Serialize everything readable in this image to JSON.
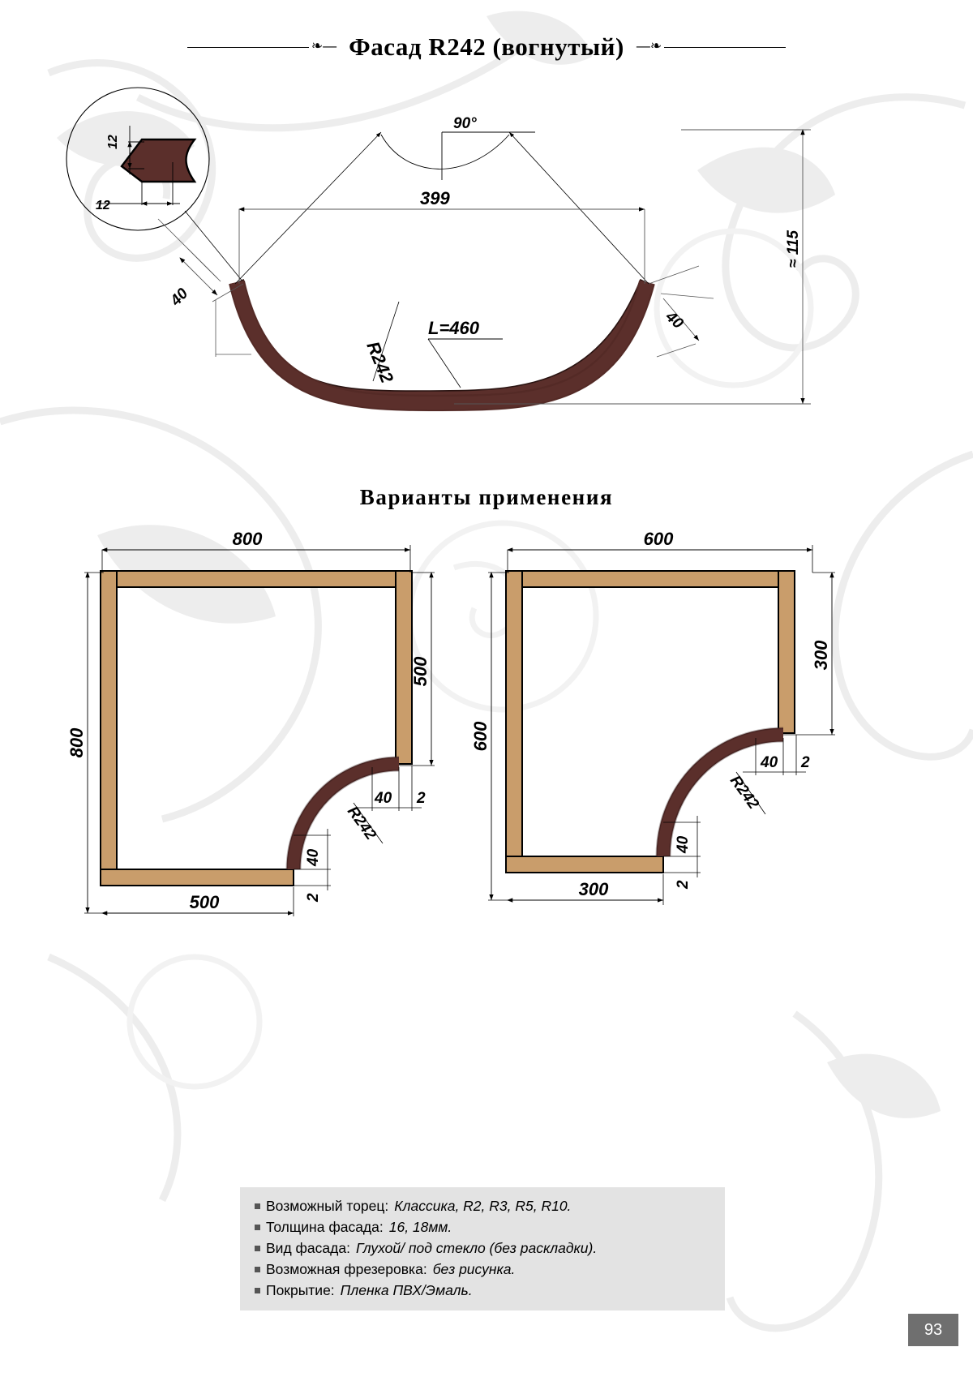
{
  "page": {
    "title": "Фасад R242 (вогнутый)",
    "section_heading": "Варианты применения",
    "page_number": "93",
    "colors": {
      "facade_brown": "#5b2f2b",
      "frame_tan": "#c99d6b",
      "spec_bg": "#e3e3e3",
      "page_badge": "#6f6f6f",
      "line": "#3a3a3a"
    }
  },
  "main_drawing": {
    "name": "concave-arc-facade",
    "detail_callout": {
      "name": "profile-detail-circle",
      "dim_vertical": "12",
      "dim_horizontal": "12"
    },
    "dimensions": {
      "angle": "90°",
      "chord": "399",
      "height": "≈ 115",
      "radius": "R242",
      "arc_length": "L=460",
      "end_left": "40",
      "end_right": "40"
    }
  },
  "applications": [
    {
      "name": "application-800",
      "width": "800",
      "height": "800",
      "inner_vertical": "500",
      "inner_horizontal": "500",
      "radius": "R242",
      "arc_end_h": "40",
      "arc_thk_h": "2",
      "arc_end_v": "40",
      "arc_thk_v": "2"
    },
    {
      "name": "application-600",
      "width": "600",
      "height": "600",
      "inner_vertical": "300",
      "inner_horizontal": "300",
      "radius": "R242",
      "arc_end_h": "40",
      "arc_thk_h": "2",
      "arc_end_v": "40",
      "arc_thk_v": "2"
    }
  ],
  "specs": [
    {
      "label": "Возможный торец:",
      "value": "Классика, R2, R3, R5, R10."
    },
    {
      "label": "Толщина фасада:",
      "value": "16, 18мм."
    },
    {
      "label": "Вид фасада:",
      "value": "Глухой/ под стекло (без раскладки)."
    },
    {
      "label": "Возможная фрезеровка:",
      "value": "без рисунка."
    },
    {
      "label": "Покрытие:",
      "value": "Пленка ПВХ/Эмаль."
    }
  ]
}
